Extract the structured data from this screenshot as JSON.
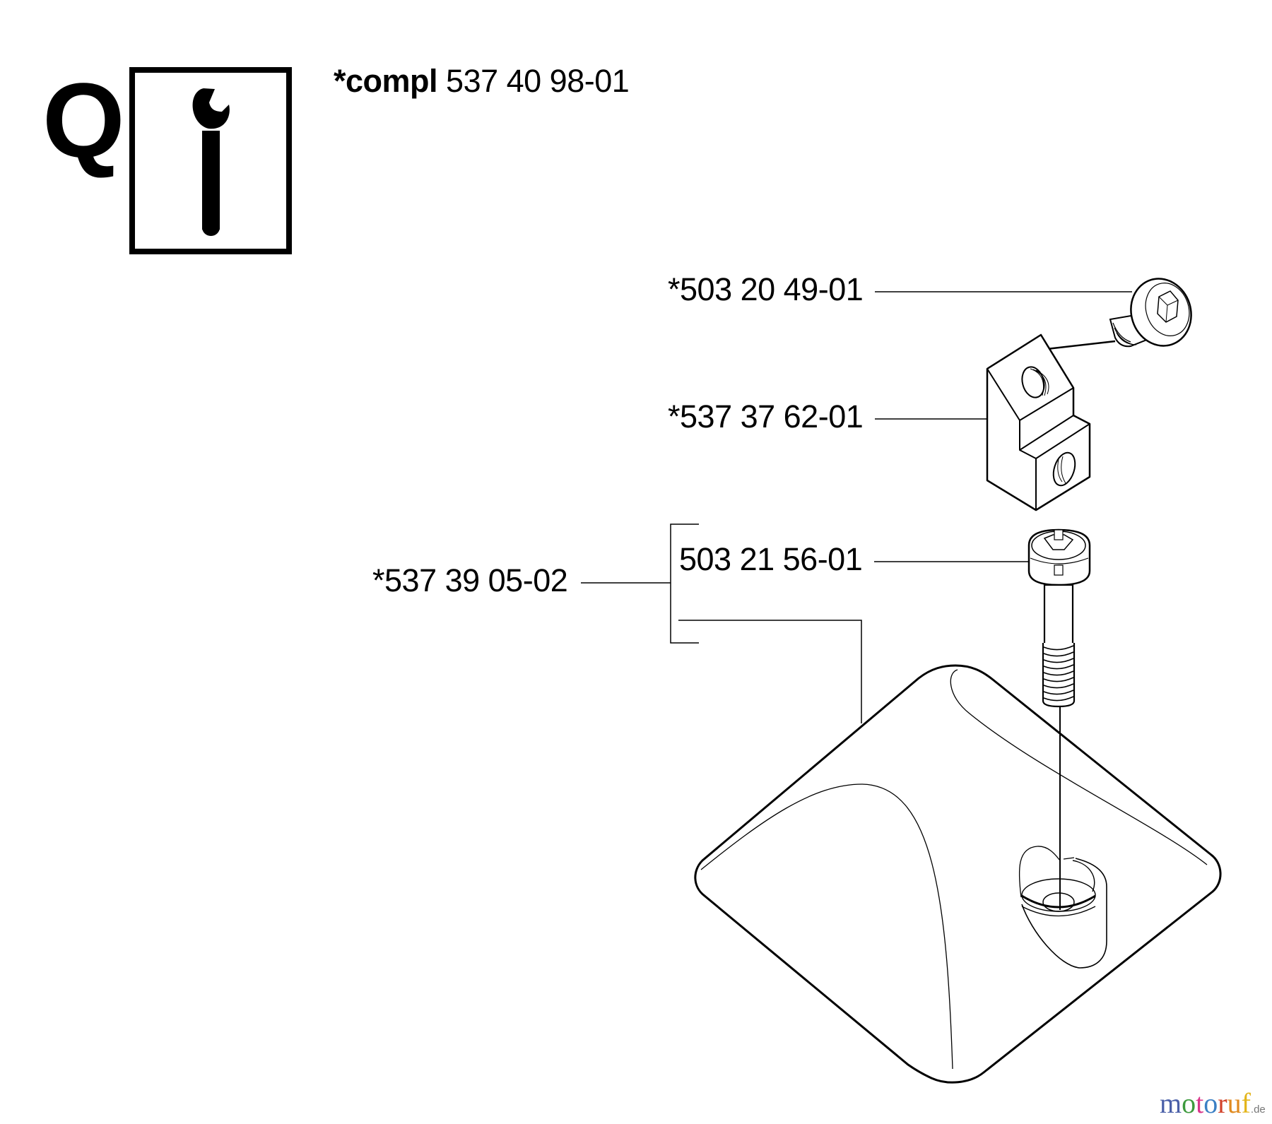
{
  "section": {
    "letter": "Q",
    "icon": "wrench-icon",
    "kit_prefix": "*compl",
    "kit_number": "537 40 98-01"
  },
  "parts": [
    {
      "id": "plug-screw",
      "label": "*503 20 49-01",
      "icon": "hex-socket-plug-screw"
    },
    {
      "id": "angle-bracket",
      "label": "*537 37 62-01",
      "icon": "angle-bracket-block"
    },
    {
      "id": "cover-assembly",
      "label": "*537 39 05-02",
      "icon": "cover-assembly-group"
    },
    {
      "id": "cheese-head-screw",
      "label": "503 21 56-01",
      "icon": "slotted-hex-screw"
    }
  ],
  "watermark": {
    "letters": [
      "m",
      "o",
      "t",
      "o",
      "r",
      "u",
      "f"
    ],
    "colors": [
      "#4a5fa8",
      "#3d9a3d",
      "#d9368a",
      "#3a7fc4",
      "#d2432b",
      "#e08a1f",
      "#e3b51a"
    ],
    "suffix": ".de"
  }
}
